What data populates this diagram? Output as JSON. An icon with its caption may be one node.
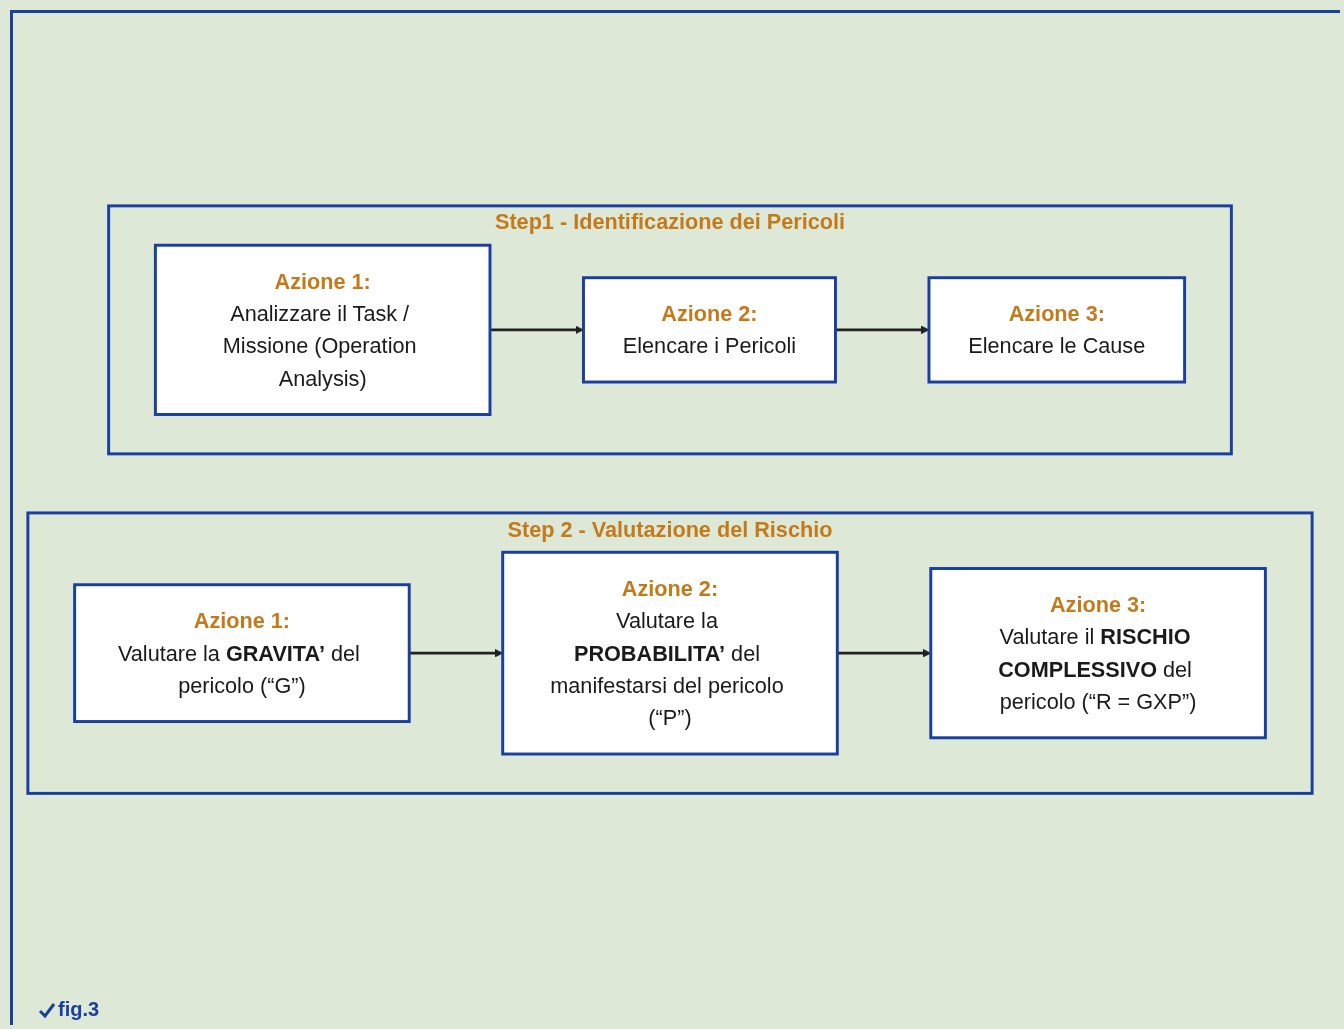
{
  "diagram": {
    "caption": "fig.3",
    "nodes": [
      {
        "text": [
          "Step1 - Identificazione dei Pericoli"
        ]
      },
      {
        "text": [
          "Azione 1:",
          "Analizzare il Task / Missione (Operation Analysis)"
        ],
        "in": 0
      },
      {
        "text": [
          "Azione 2:",
          "Elencare i Pericoli"
        ],
        "in": 0
      },
      {
        "text": [
          "Azione 3:",
          "Elencare le Cause"
        ],
        "in": 0
      },
      {
        "text": [
          "Step 2 - Valutazione del Rischio"
        ]
      },
      {
        "text": [
          "Azione 1:",
          "Valutare la **GRAVITA’** del pericolo (“G”)"
        ],
        "in": 4
      },
      {
        "text": [
          "Azione 2:",
          "Valutare la **PROBABILITA’** del manifestarsi del pericolo (“P”)"
        ],
        "in": 4
      },
      {
        "text": [
          "Azione 3:",
          "Valutare il **RISCHIO COMPLESSIVO** del pericolo (“R = GXP”)"
        ],
        "in": 4
      }
    ],
    "edges": [
      {
        "from": 1,
        "to": 2,
        "arrow": "to"
      },
      {
        "from": 2,
        "to": 3,
        "arrow": "to"
      },
      {
        "from": 5,
        "to": 6,
        "arrow": "to"
      },
      {
        "from": 6,
        "to": 7,
        "arrow": "to"
      }
    ]
  }
}
